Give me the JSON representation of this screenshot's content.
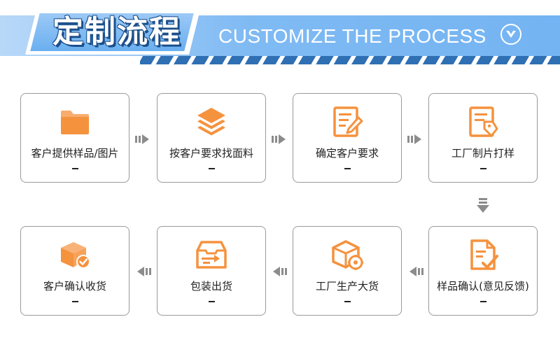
{
  "header": {
    "title": "定制流程",
    "subtitle": "CUSTOMIZE THE PROCESS"
  },
  "steps": [
    {
      "label": "客户提供样品/图片",
      "icon": "folder-icon"
    },
    {
      "label": "按客户要求找面料",
      "icon": "layers-icon"
    },
    {
      "label": "确定客户要求",
      "icon": "document-edit-icon"
    },
    {
      "label": "工厂制片打样",
      "icon": "document-tag-icon"
    },
    {
      "label": "样品确认(意见反馈)",
      "icon": "document-check-icon"
    },
    {
      "label": "工厂生产大货",
      "icon": "box-gear-icon"
    },
    {
      "label": "包装出货",
      "icon": "inbox-arrow-icon"
    },
    {
      "label": "客户确认收货",
      "icon": "box-check-icon"
    }
  ],
  "dash": "—",
  "colors": {
    "accent": "#f5923e",
    "banner": "#74b4f2",
    "stripe": "#2f6fb3",
    "arrow": "#8c8c8c"
  }
}
